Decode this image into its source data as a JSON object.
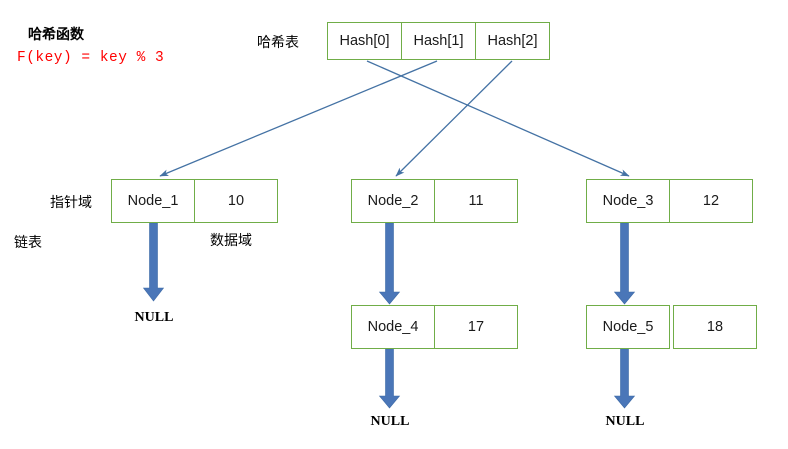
{
  "diagram": {
    "title_label": "哈希函数",
    "formula": "F(key) = key % 3",
    "hash_table_label": "哈希表",
    "pointer_field_label": "指针域",
    "data_field_label": "数据域",
    "linked_list_label": "链表",
    "colors": {
      "box_border": "#70ad47",
      "arrow_blue": "#4472a4",
      "thick_arrow_blue": "#4a76b8",
      "formula_red": "#ff0000",
      "text_black": "#000000",
      "background": "#ffffff"
    },
    "hash_table": {
      "cells": [
        {
          "label": "Hash[0]"
        },
        {
          "label": "Hash[1]"
        },
        {
          "label": "Hash[2]"
        }
      ]
    },
    "nodes": [
      {
        "name": "Node_1",
        "value": "10"
      },
      {
        "name": "Node_2",
        "value": "11"
      },
      {
        "name": "Node_3",
        "value": "12"
      },
      {
        "name": "Node_4",
        "value": "17"
      },
      {
        "name": "Node_5",
        "value": "18"
      }
    ],
    "null_terminators": [
      {
        "label": "NULL"
      },
      {
        "label": "NULL"
      },
      {
        "label": "NULL"
      }
    ],
    "links": [
      {
        "from": "Hash[0]",
        "to": "Node_3"
      },
      {
        "from": "Hash[1]",
        "to": "Node_1"
      },
      {
        "from": "Hash[2]",
        "to": "Node_2"
      },
      {
        "from": "Node_1",
        "to": "NULL"
      },
      {
        "from": "Node_2",
        "to": "Node_4"
      },
      {
        "from": "Node_3",
        "to": "Node_5"
      },
      {
        "from": "Node_4",
        "to": "NULL"
      },
      {
        "from": "Node_5",
        "to": "NULL"
      }
    ]
  }
}
